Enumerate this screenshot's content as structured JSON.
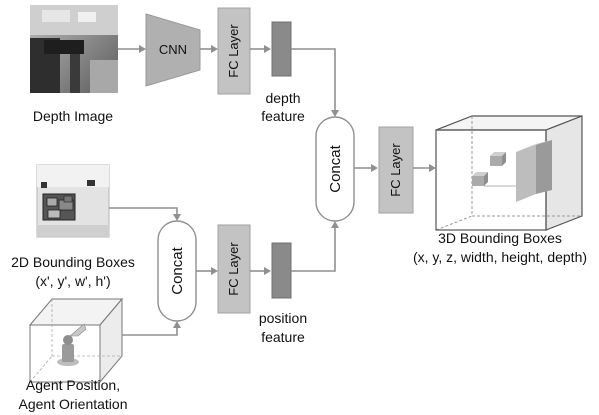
{
  "inputs": {
    "depth_image_label": "Depth Image",
    "bbox2d_label_line1": "2D Bounding Boxes",
    "bbox2d_label_line2": "(x', y', w', h')",
    "agent_label_line1": "Agent Position,",
    "agent_label_line2": "Agent Orientation"
  },
  "blocks": {
    "cnn": "CNN",
    "fc_layer_top": "FC Layer",
    "fc_layer_bottom": "FC Layer",
    "fc_layer_final": "FC Layer",
    "concat_main": "Concat",
    "concat_input": "Concat"
  },
  "features": {
    "depth_line1": "depth",
    "depth_line2": "feature",
    "position_line1": "position",
    "position_line2": "feature"
  },
  "output": {
    "label_line1": "3D Bounding Boxes",
    "label_line2": "(x, y, z, width, height, depth)"
  }
}
